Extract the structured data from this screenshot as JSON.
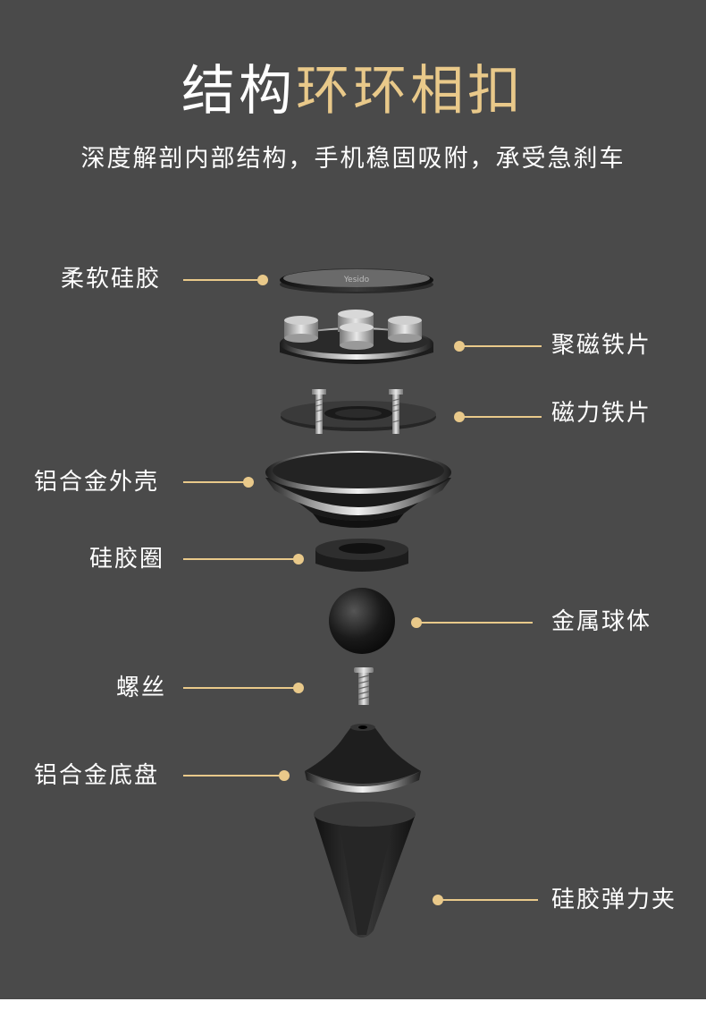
{
  "title": {
    "part1": "结构",
    "part2": "环环相扣"
  },
  "subtitle": "深度解剖内部结构，手机稳固吸附，承受急刹车",
  "brand_mark": "Yesido",
  "accent_color": "#e9c98a",
  "background_color": "#4a4a4a",
  "labels": {
    "soft_silicone": "柔软硅胶",
    "magnet_plate": "聚磁铁片",
    "magnetic_iron": "磁力铁片",
    "alloy_shell": "铝合金外壳",
    "silicone_ring": "硅胶圈",
    "metal_ball": "金属球体",
    "screw": "螺丝",
    "alloy_base": "铝合金底盘",
    "silicone_clip": "硅胶弹力夹"
  }
}
